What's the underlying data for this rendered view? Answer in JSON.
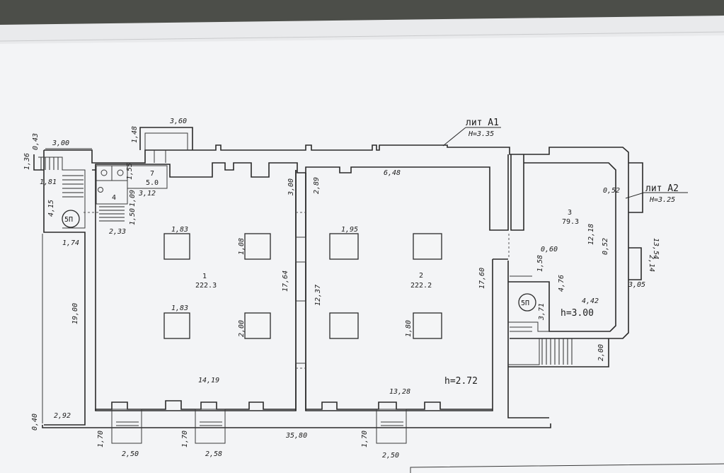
{
  "labels": {
    "lit_a1": "лит А1",
    "lit_a1_h": "Н=3.35",
    "lit_a2": "лит А2",
    "lit_a2_h": "Н=3.25",
    "room1_num": "1",
    "room1_area": "222.3",
    "room2_num": "2",
    "room2_area": "222.2",
    "room3_num": "3",
    "room3_area": "79.3",
    "room4_num": "4",
    "room7_num": "7",
    "room7_area": "5.0",
    "stair_left": "5П",
    "stair_right": "5П",
    "h_main": "h=2.72",
    "h_room3": "h=3.00"
  },
  "dimensions": {
    "d_360": "3,60",
    "d_148": "1,48",
    "d_300_top": "3,00",
    "d_043": "0,43",
    "d_136": "1,36",
    "d_181": "1,81",
    "d_415": "4,15",
    "d_174": "1,74",
    "d_1900": "19,00",
    "d_292": "2,92",
    "d_040": "0,40",
    "d_155": "1,55",
    "d_312": "3,12",
    "d_109": "1,09",
    "d_150": "1,50",
    "d_233": "2,33",
    "d_183_a": "1,83",
    "d_108": "1,08",
    "d_183_b": "1,83",
    "d_200_a": "2,00",
    "d_1764": "17,64",
    "d_1419": "14,19",
    "d_300_mid": "3,00",
    "d_289": "2,89",
    "d_648": "6,48",
    "d_195": "1,95",
    "d_1237": "12,37",
    "d_180": "1,80",
    "d_1760": "17,60",
    "d_1328": "13,28",
    "d_052_a": "0,52",
    "d_1218": "12,18",
    "d_052_b": "0,52",
    "d_1354": "13,54",
    "d_214": "2,14",
    "d_305": "3,05",
    "d_060": "0,60",
    "d_158": "1,58",
    "d_476": "4,76",
    "d_442": "4,42",
    "d_371": "3,71",
    "d_200_b": "2,00",
    "d_3580": "35,80",
    "d_170_a": "1,70",
    "d_250_a": "2,50",
    "d_170_b": "1,70",
    "d_258": "2,58",
    "d_170_c": "1,70",
    "d_250_b": "2,50"
  },
  "colors": {
    "paper": "#f2f3f5",
    "ink": "#2a2a2a",
    "background": "#4a4c47"
  }
}
